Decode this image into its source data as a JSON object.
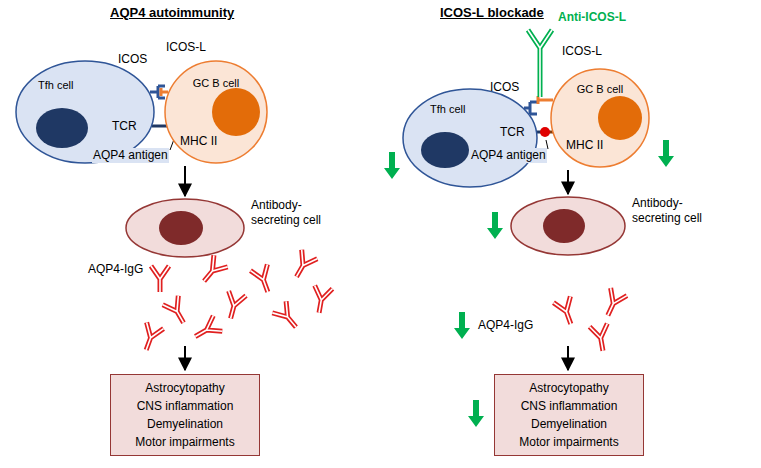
{
  "diagram": {
    "nodes": [
      {
        "text": [
          "Tfh cell"
        ]
      },
      {
        "text": [
          "GC B cell"
        ]
      },
      {
        "text": [
          "Antibody-secreting cell"
        ]
      },
      {
        "text": [
          "Astrocytopathy",
          "CNS inflammation",
          "Demyelination",
          "Motor impairments"
        ]
      },
      {
        "text": [
          "Tfh cell"
        ]
      },
      {
        "text": [
          "GC B cell"
        ]
      },
      {
        "text": [
          "Antibody-secreting cell"
        ]
      },
      {
        "text": [
          "Astrocytopathy",
          "CNS inflammation",
          "Demyelination",
          "Motor impairments"
        ]
      }
    ],
    "edges": [
      {
        "from": 1,
        "to": 2,
        "arrow": "to"
      },
      {
        "from": 5,
        "to": 6,
        "arrow": "to"
      }
    ],
    "labels": [
      "AQP4 autoimmunity",
      "ICOS",
      "ICOS-L",
      "TCR",
      "MHC II",
      "AQP4 antigen",
      "AQP4-IgG",
      "ICOS-L blockade",
      "Anti-ICOS-L",
      "ICOS",
      "ICOS-L",
      "TCR",
      "MHC II",
      "AQP4 antigen",
      "AQP4-IgG"
    ]
  }
}
